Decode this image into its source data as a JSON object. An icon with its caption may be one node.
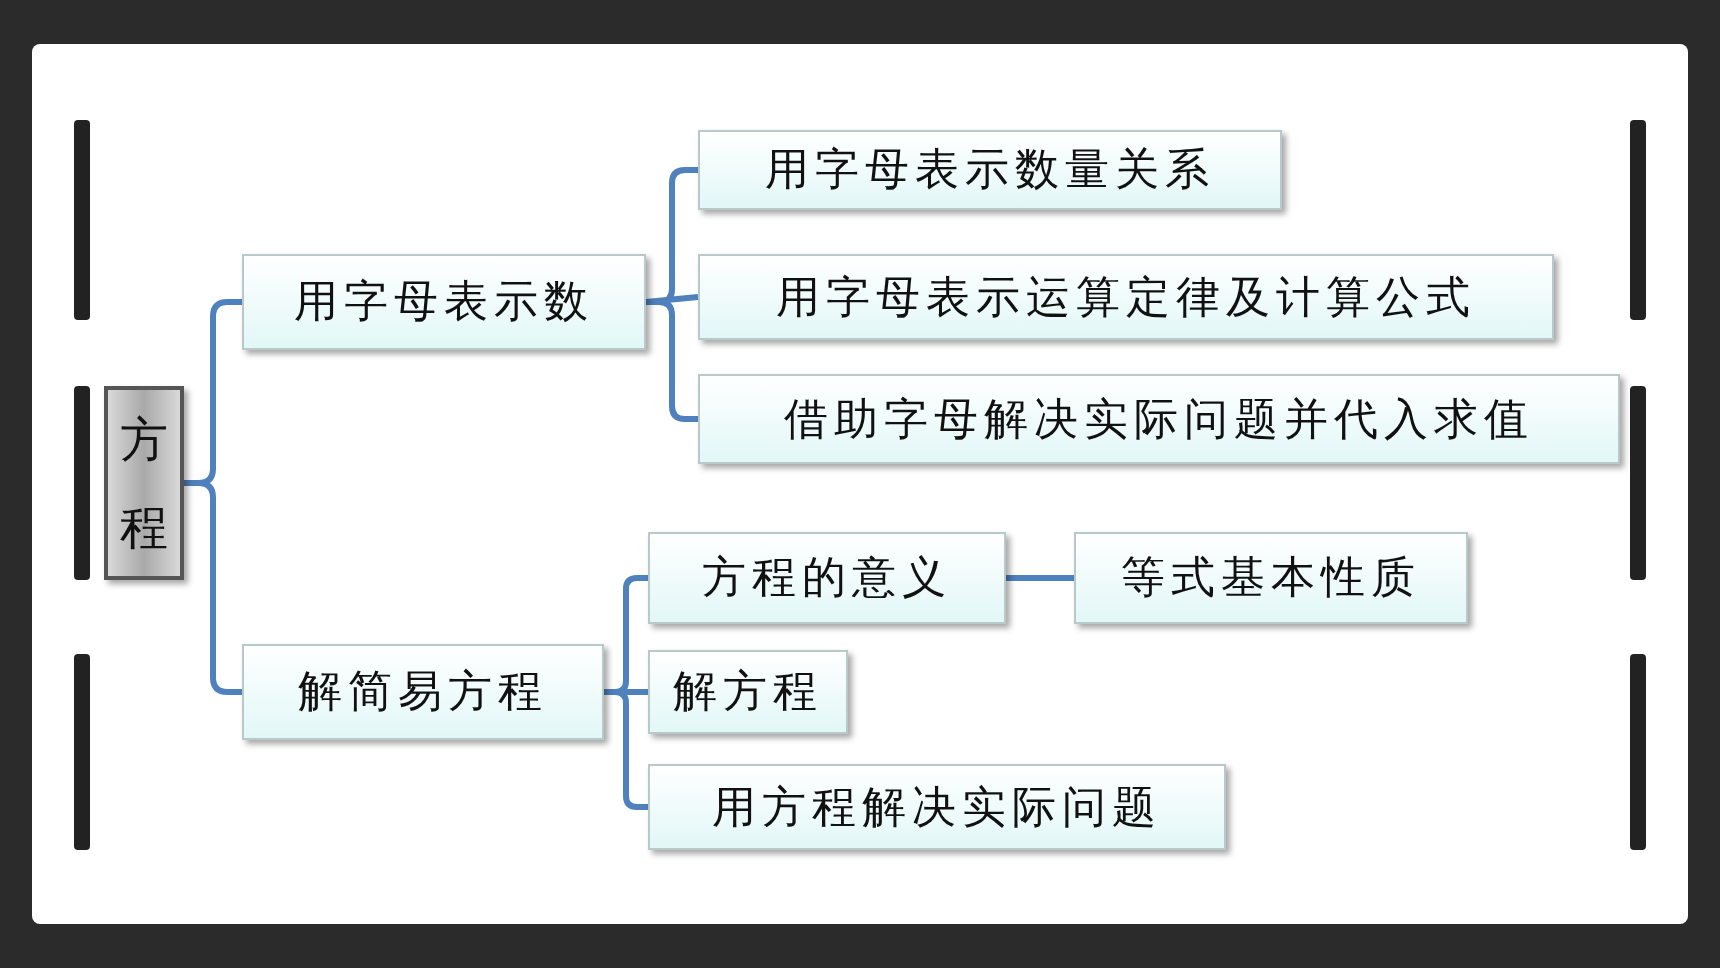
{
  "diagram": {
    "nodes": [
      {
        "text": [
          "方程"
        ]
      },
      {
        "text": [
          "用字母表示数"
        ]
      },
      {
        "text": [
          "解简易方程"
        ]
      },
      {
        "text": [
          "用字母表示数量关系"
        ]
      },
      {
        "text": [
          "用字母表示运算定律及计算公式"
        ]
      },
      {
        "text": [
          "借助字母解决实际问题并代入求值"
        ]
      },
      {
        "text": [
          "方程的意义"
        ]
      },
      {
        "text": [
          "等式基本性质"
        ]
      },
      {
        "text": [
          "解方程"
        ]
      },
      {
        "text": [
          "用方程解决实际问题"
        ]
      }
    ],
    "edges": [
      {
        "from": 0,
        "to": 1,
        "arrow": "none"
      },
      {
        "from": 0,
        "to": 2,
        "arrow": "none"
      },
      {
        "from": 1,
        "to": 3,
        "arrow": "none"
      },
      {
        "from": 1,
        "to": 4,
        "arrow": "none"
      },
      {
        "from": 1,
        "to": 5,
        "arrow": "none"
      },
      {
        "from": 2,
        "to": 6,
        "arrow": "none"
      },
      {
        "from": 2,
        "to": 8,
        "arrow": "none"
      },
      {
        "from": 2,
        "to": 9,
        "arrow": "none"
      },
      {
        "from": 6,
        "to": 7,
        "arrow": "none"
      }
    ]
  }
}
